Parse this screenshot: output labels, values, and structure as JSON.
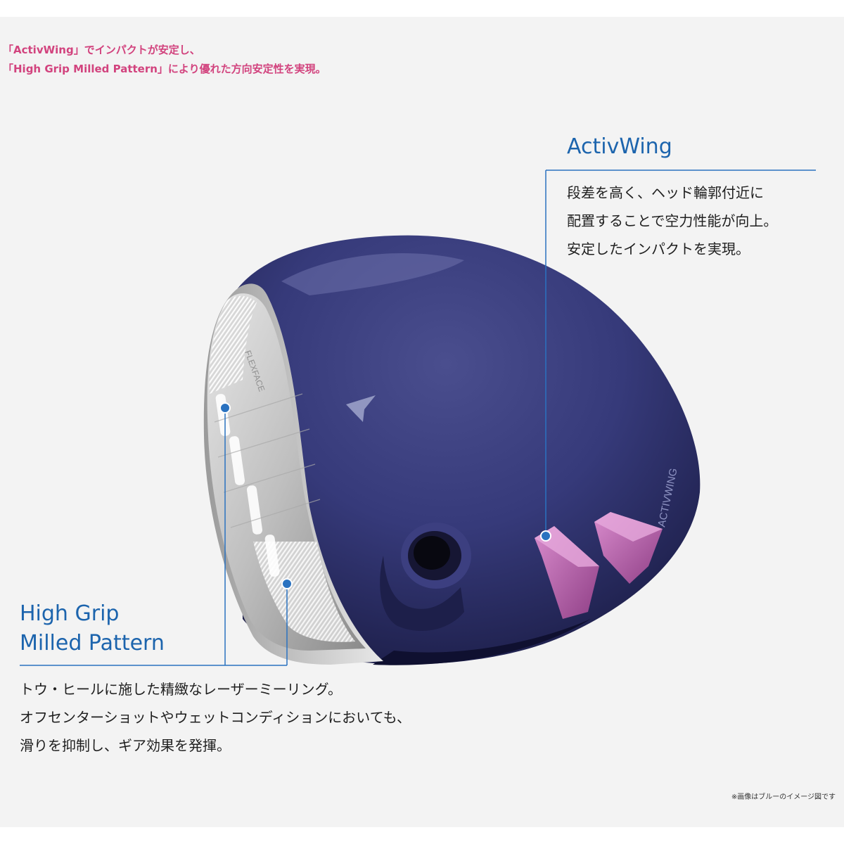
{
  "headline": {
    "line1": "「ActivWing」でインパクトが安定し、",
    "line2": "「High Grip Milled Pattern」により優れた方向安定性を実現。"
  },
  "activwing": {
    "title": "ActivWing",
    "body": [
      "段差を高く、ヘッド輪郭付近に",
      "配置することで空力性能が向上。",
      "安定したインパクトを実現。"
    ]
  },
  "high_grip": {
    "title_line1": "High Grip",
    "title_line2": "Milled Pattern",
    "body": [
      "トウ・ヒールに施した精緻なレーザーミーリング。",
      "オフセンターショットやウェットコンディションにおいても、",
      "滑りを抑制し、ギア効果を発揮。"
    ]
  },
  "product": {
    "crown_mark_text": "ACTIVWING",
    "face_mark_text": "FLEXFACE"
  },
  "note": "※画像はブルーのイメージ図です",
  "colors": {
    "headline": "#d2437e",
    "callout_title": "#1c64ad",
    "callout_line": "#2a72c0",
    "crown": "#2a2d66",
    "wing": "#b85aa6",
    "face": "#c8c8c8"
  }
}
